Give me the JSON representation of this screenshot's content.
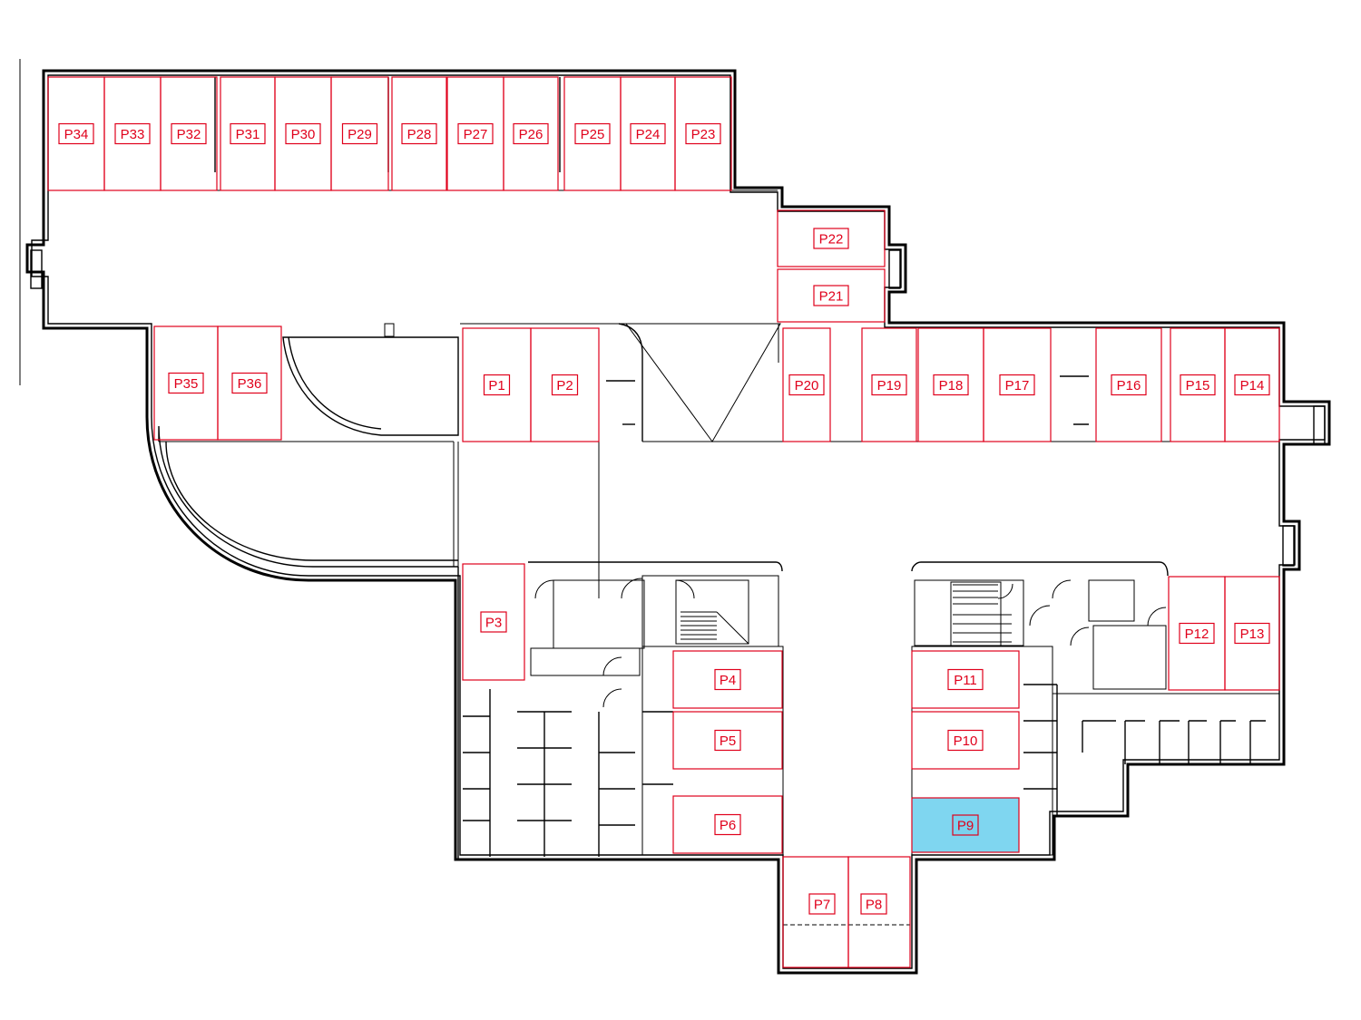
{
  "plan": {
    "selected_space": "P9",
    "colors": {
      "space_outline": "#e0001b",
      "label_text": "#e0001b",
      "walls": "#000000",
      "selected_fill": "#7ad2ee",
      "background": "#ffffff"
    },
    "spaces": [
      {
        "id": "P34",
        "label": "P34"
      },
      {
        "id": "P33",
        "label": "P33"
      },
      {
        "id": "P32",
        "label": "P32"
      },
      {
        "id": "P31",
        "label": "P31"
      },
      {
        "id": "P30",
        "label": "P30"
      },
      {
        "id": "P29",
        "label": "P29"
      },
      {
        "id": "P28",
        "label": "P28"
      },
      {
        "id": "P27",
        "label": "P27"
      },
      {
        "id": "P26",
        "label": "P26"
      },
      {
        "id": "P25",
        "label": "P25"
      },
      {
        "id": "P24",
        "label": "P24"
      },
      {
        "id": "P23",
        "label": "P23"
      },
      {
        "id": "P22",
        "label": "P22"
      },
      {
        "id": "P21",
        "label": "P21"
      },
      {
        "id": "P35",
        "label": "P35"
      },
      {
        "id": "P36",
        "label": "P36"
      },
      {
        "id": "P1",
        "label": "P1"
      },
      {
        "id": "P2",
        "label": "P2"
      },
      {
        "id": "P20",
        "label": "P20"
      },
      {
        "id": "P19",
        "label": "P19"
      },
      {
        "id": "P18",
        "label": "P18"
      },
      {
        "id": "P17",
        "label": "P17"
      },
      {
        "id": "P16",
        "label": "P16"
      },
      {
        "id": "P15",
        "label": "P15"
      },
      {
        "id": "P14",
        "label": "P14"
      },
      {
        "id": "P3",
        "label": "P3"
      },
      {
        "id": "P12",
        "label": "P12"
      },
      {
        "id": "P13",
        "label": "P13"
      },
      {
        "id": "P4",
        "label": "P4"
      },
      {
        "id": "P11",
        "label": "P11"
      },
      {
        "id": "P5",
        "label": "P5"
      },
      {
        "id": "P10",
        "label": "P10"
      },
      {
        "id": "P6",
        "label": "P6"
      },
      {
        "id": "P9",
        "label": "P9"
      },
      {
        "id": "P7",
        "label": "P7"
      },
      {
        "id": "P8",
        "label": "P8"
      }
    ]
  }
}
